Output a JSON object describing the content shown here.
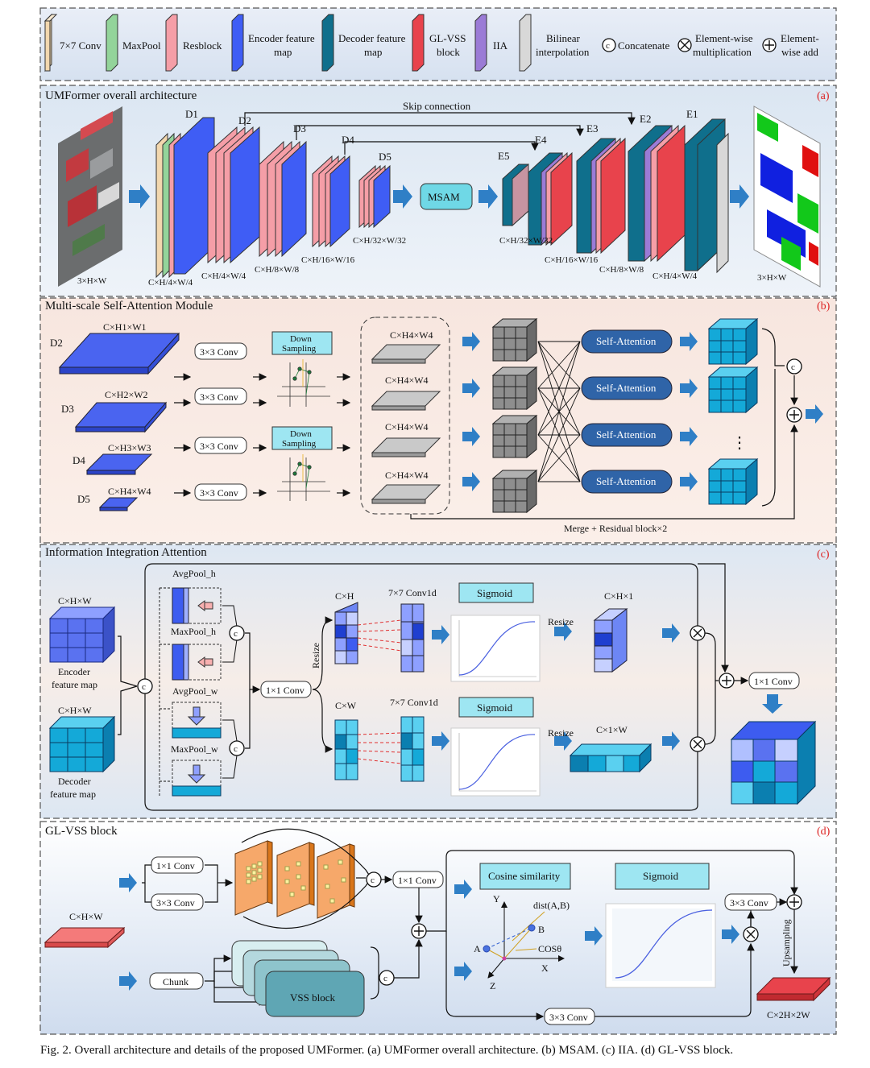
{
  "legend": {
    "conv7": "7×7 Conv",
    "maxpool": "MaxPool",
    "resblock": "Resblock",
    "encoder_l1": "Encoder feature",
    "encoder_l2": "map",
    "decoder_l1": "Decoder feature",
    "decoder_l2": "map",
    "glvss_l1": "GL-VSS",
    "glvss_l2": "block",
    "iia": "IIA",
    "bilinear_l1": "Bilinear",
    "bilinear_l2": "interpolation",
    "concat": "Concatenate",
    "mult_l1": "Element-wise",
    "mult_l2": "multiplication",
    "add_l1": "Element-",
    "add_l2": "wise add",
    "c_sym": "c"
  },
  "panel_a": {
    "title": "UMFormer overall architecture",
    "tag": "(a)",
    "skip": "Skip connection",
    "msam": "MSAM",
    "labels": {
      "d1": "D1",
      "d2": "D2",
      "d3": "D3",
      "d4": "D4",
      "d5": "D5",
      "e1": "E1",
      "e2": "E2",
      "e3": "E3",
      "e4": "E4",
      "e5": "E5"
    },
    "dim_in": "3×H×W",
    "dim_out": "3×H×W",
    "f4": "C×H/4×W/4",
    "f8": "C×H/8×W/8",
    "f16": "C×H/16×W/16",
    "f32": "C×H/32×W/32"
  },
  "panel_b": {
    "title": "Multi-scale Self-Attention Module",
    "tag": "(b)",
    "d2": "D2",
    "d3": "D3",
    "d4": "D4",
    "d5": "D5",
    "s1": "C×H1×W1",
    "s2": "C×H2×W2",
    "s3": "C×H3×W3",
    "s4": "C×H4×W4",
    "conv3": "3×3 Conv",
    "down_l1": "Down",
    "down_l2": "Sampling",
    "out_size": "C×H4×W4",
    "self_attn": "Self-Attention",
    "dots": "⋮",
    "merge": "Merge + Residual block×2"
  },
  "panel_c": {
    "title": "Information Integration Attention",
    "tag": "(c)",
    "chw": "C×H×W",
    "enc_l1": "Encoder",
    "enc_l2": "feature map",
    "dec_l1": "Decoder",
    "dec_l2": "feature map",
    "avg_h": "AvgPool_h",
    "max_h": "MaxPool_h",
    "avg_w": "AvgPool_w",
    "max_w": "MaxPool_w",
    "conv1": "1×1 Conv",
    "resize": "Resize",
    "ch": "C×H",
    "cw": "C×W",
    "conv1d": "7×7 Conv1d",
    "sigmoid": "Sigmoid",
    "ch1": "C×H×1",
    "c1w": "C×1×W"
  },
  "panel_d": {
    "title": "GL-VSS block",
    "tag": "(d)",
    "chw": "C×H×W",
    "conv1": "1×1 Conv",
    "conv3": "3×3 Conv",
    "chunk": "Chunk",
    "vss": "VSS block",
    "cos": "Cosine similarity",
    "sigmoid": "Sigmoid",
    "axis_y": "Y",
    "axis_x": "X",
    "axis_z": "Z",
    "pt_a": "A",
    "pt_b": "B",
    "dist": "dist(A,B)",
    "cos_theta": "COSθ",
    "upsampling": "Upsampling",
    "out": "C×2H×2W"
  },
  "caption": "Fig. 2.   Overall architecture and details of the proposed UMFormer. (a) UMFormer overall architecture. (b) MSAM. (c) IIA. (d) GL-VSS block.",
  "colors": {
    "conv7": "#f2d7ae",
    "maxpool": "#93d49a",
    "resblock": "#f59ea7",
    "encoder": "#3f5df5",
    "decoder": "#0f6f8c",
    "glvss": "#e8434c",
    "iia": "#9b7bd6",
    "bilinear": "#d8d8d8",
    "msam": "#6fd8e6",
    "arrow": "#2f7fc6",
    "sa_box": "#2f64a8",
    "sig_box": "#9ee6f2"
  }
}
